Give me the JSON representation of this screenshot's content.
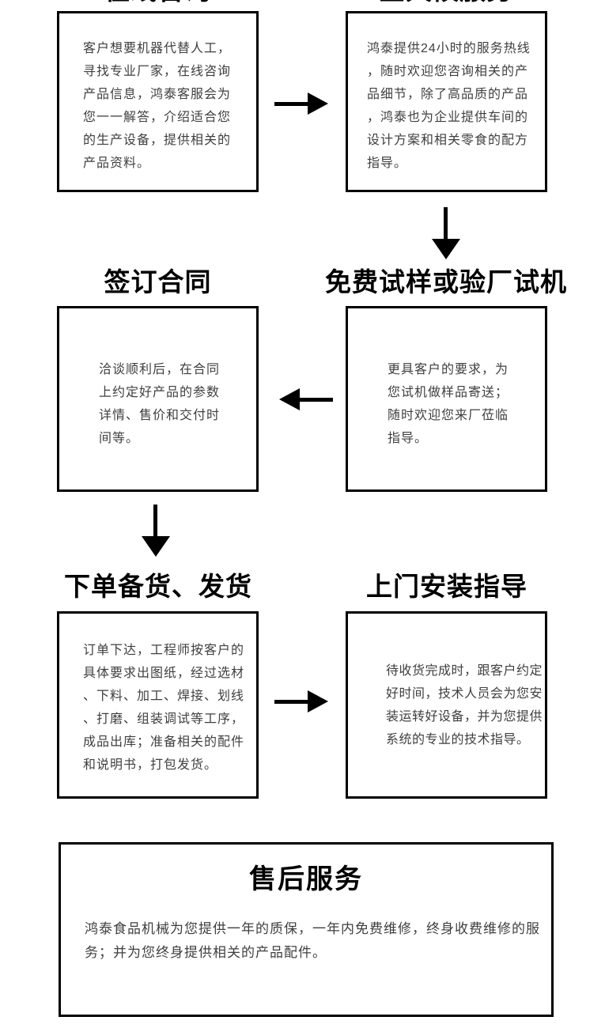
{
  "page": {
    "background": "#ffffff",
    "line_color": "#000000",
    "body_text_color": "#3f3f3f"
  },
  "cropped_titles": {
    "left": "在线咨询",
    "right": "全天候服务"
  },
  "steps": {
    "consult": {
      "body_lines": [
        "客户想要机器代替人工，",
        "寻找专业厂家，在线咨询",
        "产品信息，鸿泰客服会为",
        "您一一解答，介绍适合您",
        "的生产设备，提供相关的",
        "产品资料。"
      ]
    },
    "service": {
      "body_lines": [
        "鸿泰提供24小时的服务热线",
        "，随时欢迎您咨询相关的产",
        "品细节，除了高品质的产品",
        "，鸿泰也为企业提供车间的",
        "设计方案和相关零食的配方",
        "指导。"
      ]
    },
    "contract": {
      "title": "签订合同",
      "body_lines": [
        "洽谈顺利后，在合同",
        "上约定好产品的参数",
        "详情、售价和交付时",
        "间等。"
      ]
    },
    "sample": {
      "title": "免费试样或验厂试机",
      "body_lines": [
        "更具客户的要求，为",
        "您试机做样品寄送；",
        "随时欢迎您来厂莅临",
        "指导。"
      ]
    },
    "order": {
      "title": "下单备货、发货",
      "body_lines": [
        "订单下达，工程师按客户的",
        "具体要求出图纸，经过选材",
        "、下料、加工、焊接、划线",
        "、打磨、组装调试等工序，",
        "成品出库；准备相关的配件",
        "和说明书，打包发货。"
      ]
    },
    "install": {
      "title": "上门安装指导",
      "body_lines": [
        "待收货完成时，跟客户约定",
        "好时间，技术人员会为您安",
        "装运转好设备，并为您提供",
        "系统的专业的技术指导。"
      ]
    }
  },
  "aftersale": {
    "title": "售后服务",
    "body_lines": [
      "鸿泰食品机械为您提供一年的质保，一年内免费维修，终身收费维修的服",
      "务；并为您终身提供相关的产品配件。"
    ]
  }
}
